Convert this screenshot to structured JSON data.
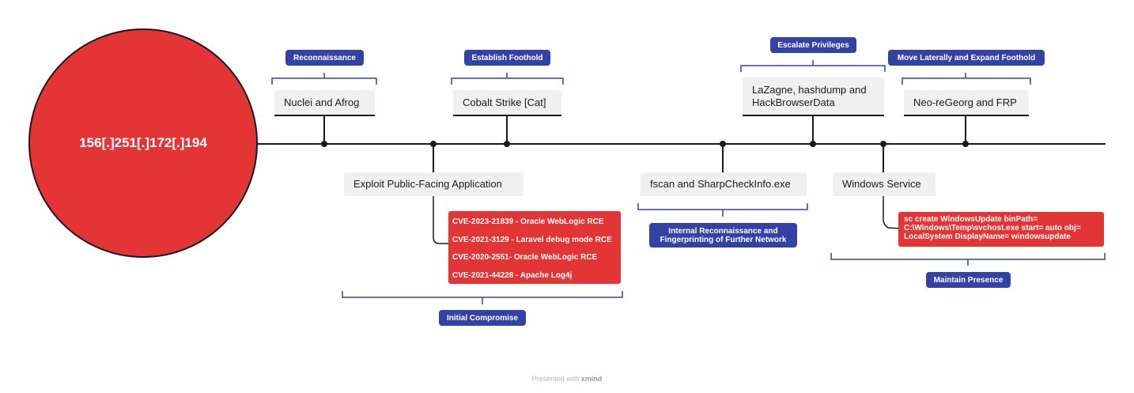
{
  "root": {
    "label": "156[.]251[.]172[.]194"
  },
  "nodes": {
    "nuclei": "Nuclei and Afrog",
    "cobalt": "Cobalt Strike [Cat]",
    "lazagne": "LaZagne, hashdump and HackBrowserData",
    "neoregeorg": "Neo-reGeorg and FRP",
    "exploit": "Exploit Public-Facing Application",
    "fscan": "fscan and SharpCheckInfo.exe",
    "winservice": "Windows Service"
  },
  "tags": {
    "reconnaissance": "Reconnaissance",
    "establish_foothold": "Establish Foothold",
    "escalate_privileges": "Escalate Privileges",
    "move_laterally": "Move Laterally and Expand Foothold",
    "internal_recon": "Internal Reconnaissance and Fingerprinting of Further Network",
    "maintain_presence": "Maintain Presence",
    "initial_compromise": "Initial Compromise"
  },
  "cves": [
    "CVE-2023-21839 - Oracle WebLogic RCE",
    "CVE-2021-3129 - Laravel debug mode RCE",
    "CVE-2020-2551- Oracle WebLogic RCE",
    "CVE-2021-44228 - Apache Log4j"
  ],
  "service_command": "sc create WindowsUpdate binPath=\nC:\\Windows\\Temp\\svchost.exe start= auto obj=\nLocalSystem DisplayName= windowsupdate",
  "footer": {
    "prefix": "Presented with",
    "brand": "xmind"
  },
  "colors": {
    "root_fill": "#e33535",
    "tag_fill": "#3342a5",
    "bracket": "#3342a5",
    "node_fill": "#f0f0f0",
    "line": "#1a1a1a"
  }
}
